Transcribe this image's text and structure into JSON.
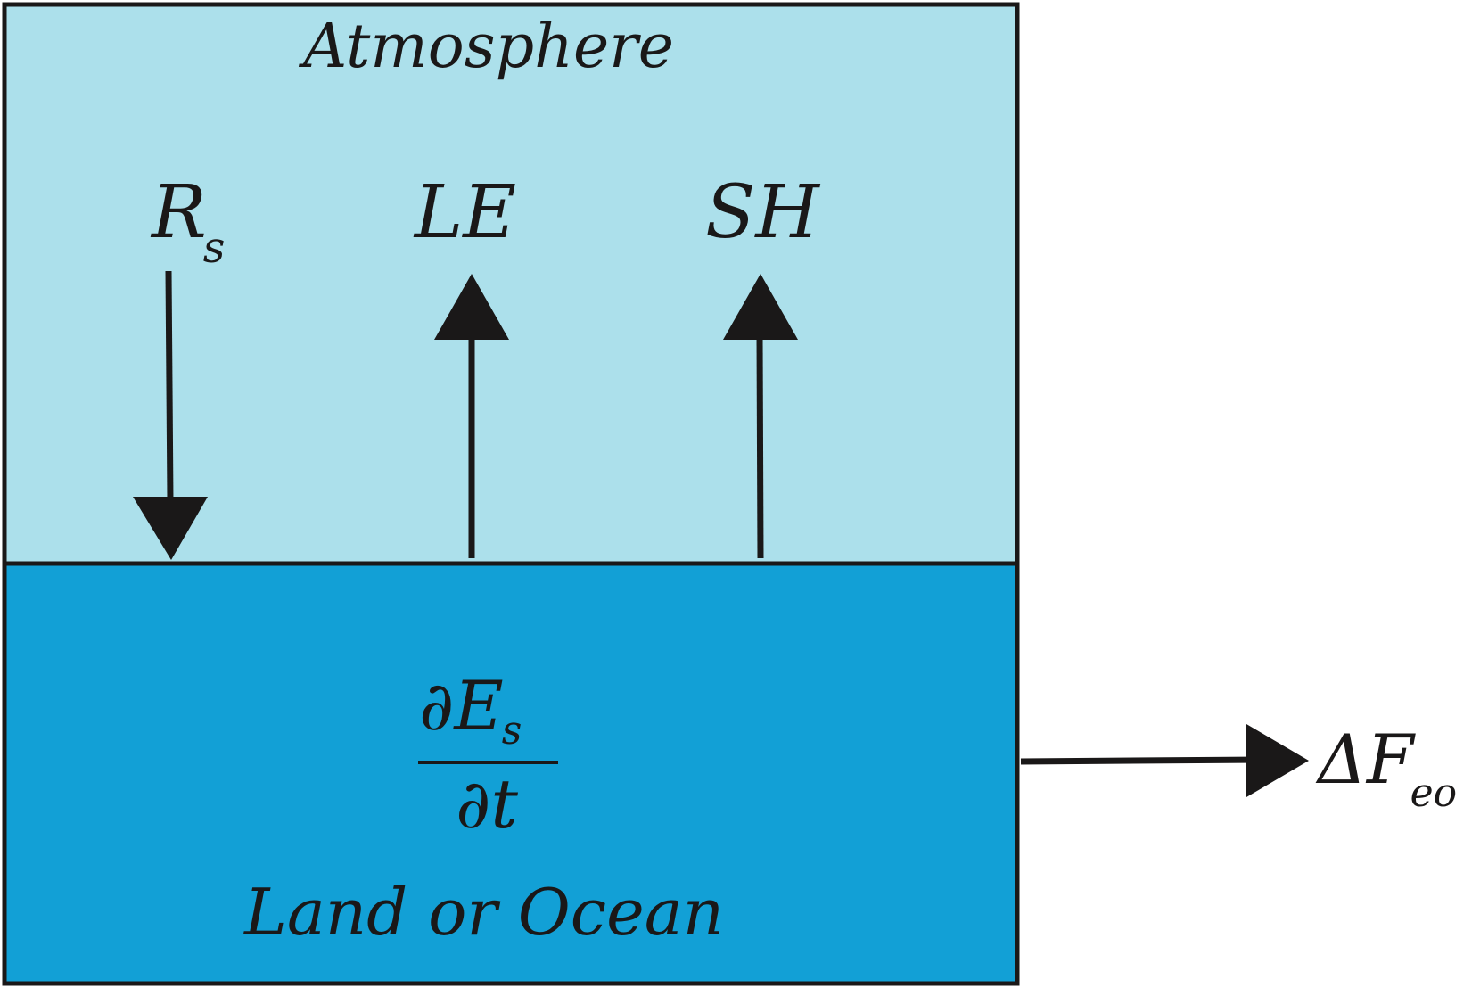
{
  "colors": {
    "atmosphere": "#ace0eb",
    "surface": "#12a0d6",
    "ink": "#1a1818",
    "background": "#ffffff"
  },
  "atmosphere": {
    "title": "Atmosphere"
  },
  "fluxes": {
    "rs": {
      "main": "R",
      "sub": "s",
      "direction": "down"
    },
    "le": {
      "main": "LE",
      "direction": "up"
    },
    "sh": {
      "main": "SH",
      "direction": "up"
    }
  },
  "surface": {
    "title": "Land or Ocean",
    "fraction": {
      "numerator_symbol": "∂E",
      "numerator_sub": "s",
      "denominator": "∂t"
    }
  },
  "export": {
    "symbol": "ΔF",
    "sub": "eo",
    "direction": "right"
  }
}
